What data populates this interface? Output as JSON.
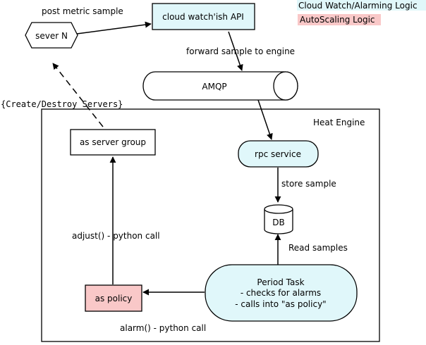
{
  "legend": {
    "cloudwatch_label": "Cloud Watch/Alarming Logic",
    "autoscaling_label": "AutoScaling Logic"
  },
  "colors": {
    "cloudwatch": "#e0f7fa",
    "autoscaling": "#f9c8c8",
    "plain": "#ffffff",
    "line": "#000000"
  },
  "nodes": {
    "server": "sever N",
    "api": "cloud watch'ish API",
    "amqp": "AMQP",
    "heat_engine": "Heat Engine",
    "server_group": "as server group",
    "rpc": "rpc service",
    "db": "DB",
    "period_task": {
      "line1": "Period Task",
      "line2": "- checks for alarms",
      "line3": "- calls into \"as policy\""
    },
    "as_policy": "as policy"
  },
  "edges": {
    "post_metric": "post metric sample",
    "forward": "forward sample to engine",
    "create_destroy": "{Create/Destroy Servers}",
    "store": "store sample",
    "read": "Read samples",
    "adjust": "adjust() - python call",
    "alarm": "alarm() - python call"
  }
}
